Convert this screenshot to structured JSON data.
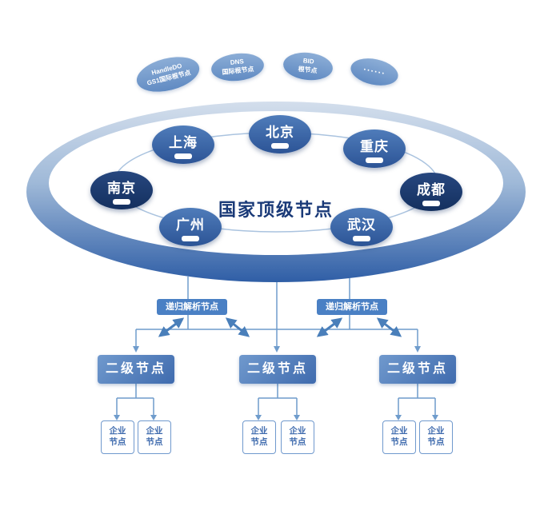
{
  "diagram": {
    "center_title": "国家顶级节点",
    "international_root_nodes": [
      {
        "line1": "HandleDO",
        "line2": "GS1国际根节点"
      },
      {
        "line1": "DNS",
        "line2": "国际根节点"
      },
      {
        "line1": "BID",
        "line2": "根节点"
      },
      {
        "line1": "······",
        "line2": ""
      }
    ],
    "city_nodes": [
      "上海",
      "北京",
      "重庆",
      "南京",
      "成都",
      "广州",
      "武汉"
    ],
    "recursive_nodes": [
      "递归解析节点",
      "递归解析节点"
    ],
    "second_level_nodes": [
      "二级节点",
      "二级节点",
      "二级节点"
    ],
    "enterprise_nodes": [
      {
        "line1": "企业",
        "line2": "节点"
      },
      {
        "line1": "企业",
        "line2": "节点"
      },
      {
        "line1": "企业",
        "line2": "节点"
      },
      {
        "line1": "企业",
        "line2": "节点"
      },
      {
        "line1": "企业",
        "line2": "节点"
      },
      {
        "line1": "企业",
        "line2": "节点"
      }
    ],
    "colors": {
      "navy_title": "#1a3a78",
      "city_blue": "#3f6bae",
      "city_dark_navy": "#14305f",
      "connector_blue": "#6f9ccc",
      "recursive_label_bg": "#4a80c4",
      "ring_dark": "#2f5ea6",
      "ring_light": "#d3deec"
    }
  }
}
